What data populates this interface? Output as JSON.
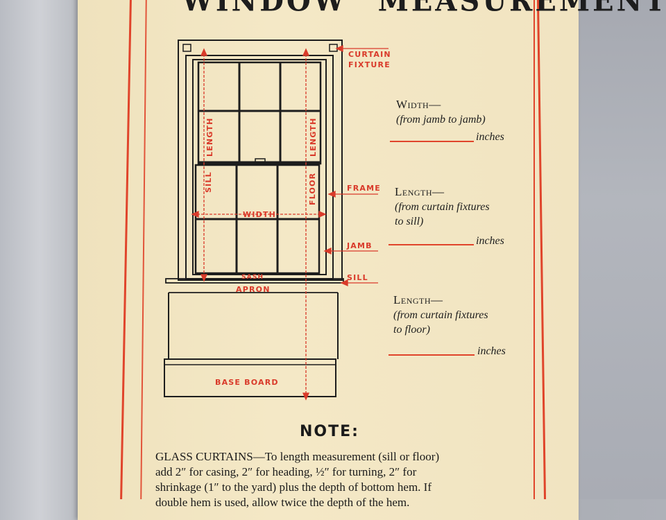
{
  "title": [
    "WINDOW",
    "MEASUREMENTS"
  ],
  "diagram": {
    "labels": {
      "curtain_fixture_1": "CURTAIN",
      "curtain_fixture_2": "FIXTURE",
      "length_left": "LENGTH",
      "length_right": "LENGTH",
      "sill_vertical": "SILL",
      "floor_vertical": "FLOOR",
      "width": "WIDTH",
      "frame": "FRAME",
      "jamb": "JAMB",
      "sill": "SILL",
      "sash": "SASH",
      "apron": "APRON",
      "base_board": "BASE BOARD"
    }
  },
  "fields": [
    {
      "title": "Width—",
      "sub": [
        "(from jamb to jamb)"
      ],
      "unit": "inches"
    },
    {
      "title": "Length—",
      "sub": [
        "(from curtain fixtures",
        "to sill)"
      ],
      "unit": "inches"
    },
    {
      "title": "Length—",
      "sub": [
        "(from curtain fixtures",
        "to floor)"
      ],
      "unit": "inches"
    }
  ],
  "note": {
    "heading": "NOTE:",
    "lines": [
      "GLASS CURTAINS—To length measurement (sill or floor)",
      "add 2″ for casing, 2″ for heading, ½″ for turning, 2″ for",
      "shrinkage (1″ to the yard) plus the depth of bottom hem. If",
      "double hem is used, allow twice the depth of the hem."
    ]
  },
  "colors": {
    "accent_red": "#e0442b",
    "ink": "#1d1d1d",
    "paper": "#f2e6c3"
  }
}
